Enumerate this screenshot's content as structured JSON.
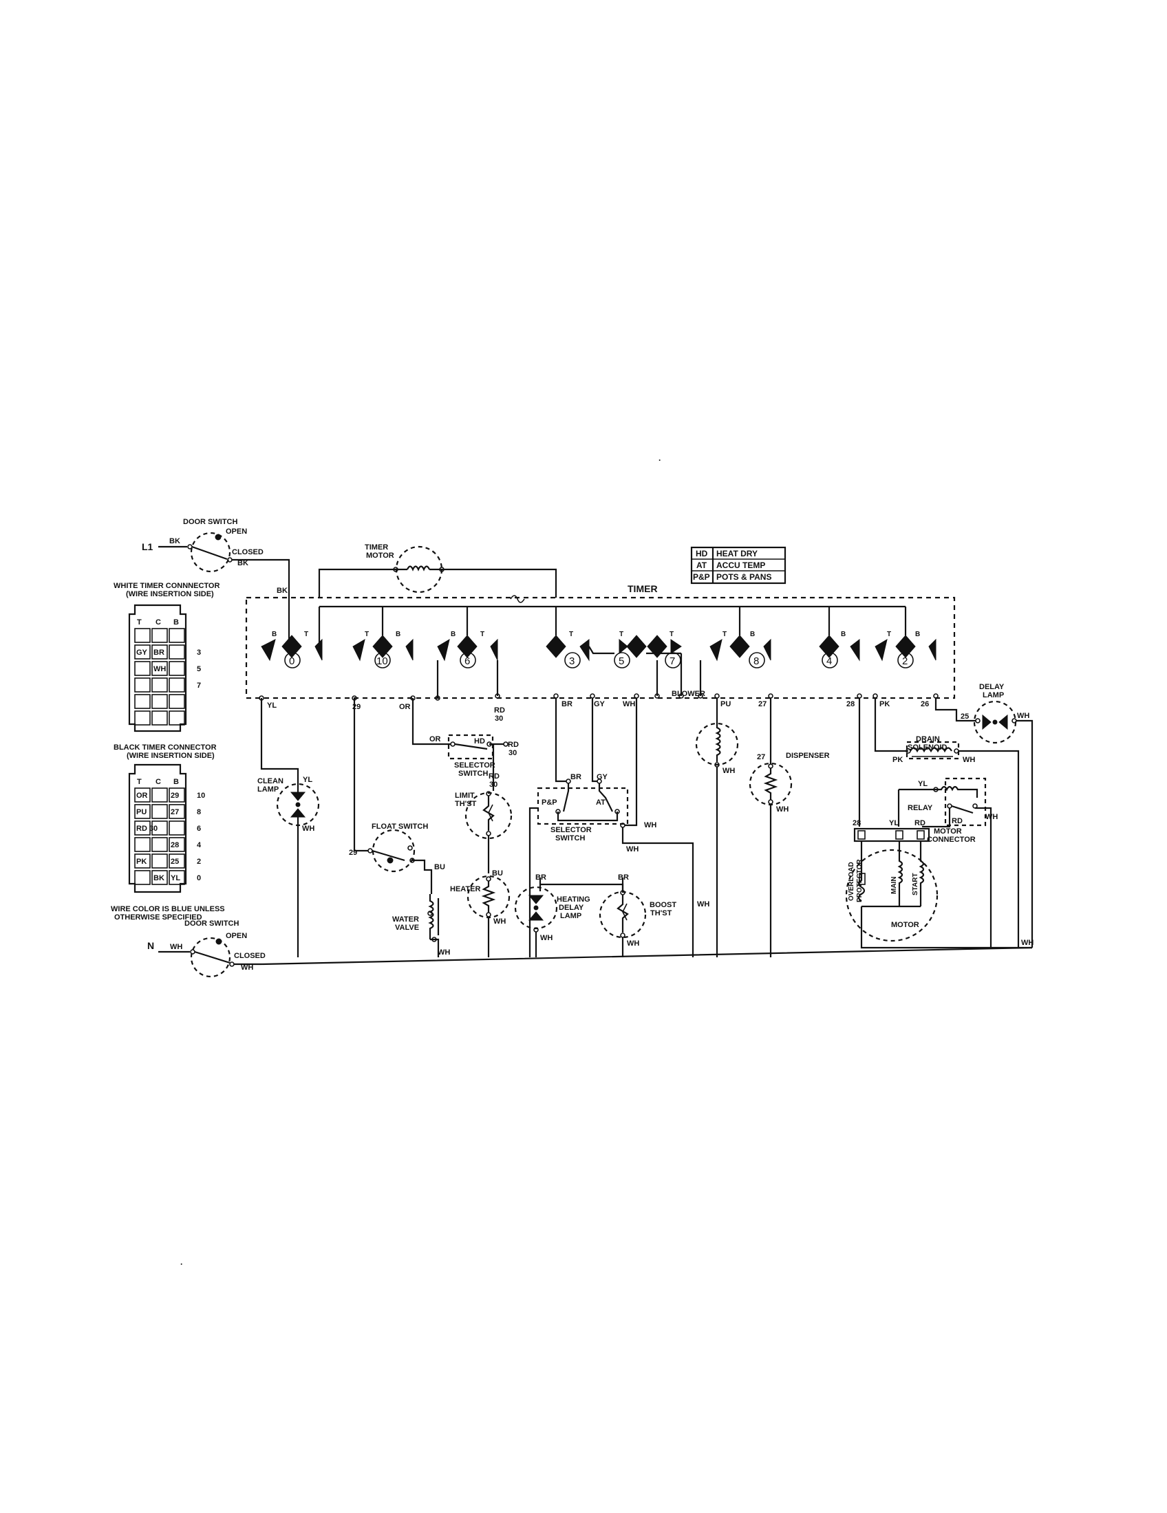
{
  "page_marks": {
    "dot_top": "·",
    "dot_bottom": "·"
  },
  "legend": {
    "rows": [
      {
        "code": "HD",
        "meaning": "HEAT DRY"
      },
      {
        "code": "AT",
        "meaning": "ACCU TEMP"
      },
      {
        "code": "P&P",
        "meaning": "POTS & PANS"
      }
    ]
  },
  "labels": {
    "l1": "L1",
    "n": "N",
    "timer": "TIMER",
    "door_switch": "DOOR SWITCH",
    "open": "OPEN",
    "closed": "CLOSED",
    "timer_motor_1": "TIMER",
    "timer_motor_2": "MOTOR",
    "clean_lamp_1": "CLEAN",
    "clean_lamp_2": "LAMP",
    "float_switch": "FLOAT SWITCH",
    "water_valve_1": "WATER",
    "water_valve_2": "VALVE",
    "selector_switch_1": "SELECTOR",
    "selector_switch_2": "SWITCH",
    "limit_thst_1": "LIMIT",
    "limit_thst_2": "TH'ST",
    "heater": "HEATER",
    "heating_delay_lamp_1": "HEATING",
    "heating_delay_lamp_2": "DELAY",
    "heating_delay_lamp_3": "LAMP",
    "boost_thst_1": "BOOST",
    "boost_thst_2": "TH'ST",
    "blower": "BLOWER",
    "dispenser": "DISPENSER",
    "drain_solenoid_1": "DRAIN",
    "drain_solenoid_2": "SOLENOID",
    "delay_lamp_1": "DELAY",
    "delay_lamp_2": "LAMP",
    "relay": "RELAY",
    "motor_connector_1": "MOTOR",
    "motor_connector_2": "CONNECTOR",
    "overload_protector_1": "OVERLOAD",
    "overload_protector_2": "PROTECTOR",
    "main": "MAIN",
    "start": "START",
    "motor": "MOTOR",
    "hd": "HD",
    "pp": "P&P",
    "at": "AT",
    "white_connector_1": "WHITE TIMER CONNNECTOR",
    "white_connector_2": "(WIRE INSERTION SIDE)",
    "black_connector_1": "BLACK TIMER CONNECTOR",
    "black_connector_2": "(WIRE INSERTION SIDE)",
    "wire_note_1": "WIRE COLOR IS BLUE UNLESS",
    "wire_note_2": "OTHERWISE SPECIFIED"
  },
  "wire_colors": {
    "bk": "BK",
    "yl": "YL",
    "or": "OR",
    "rd": "RD",
    "br": "BR",
    "gy": "GY",
    "wh": "WH",
    "pu": "PU",
    "pk": "PK",
    "bu": "BU",
    "n30": "30",
    "n29": "29",
    "n27": "27",
    "n28": "28",
    "n26": "26",
    "n25": "25"
  },
  "timer_contacts": [
    {
      "id": "0",
      "t": "T",
      "b": "B"
    },
    {
      "id": "10",
      "t": "T",
      "b": "B"
    },
    {
      "id": "6",
      "t": "T",
      "b": "B"
    },
    {
      "id": "3",
      "t": "T",
      "b": ""
    },
    {
      "id": "5",
      "t": "T",
      "b": ""
    },
    {
      "id": "7",
      "t": "T",
      "b": ""
    },
    {
      "id": "8",
      "t": "T",
      "b": "B"
    },
    {
      "id": "4",
      "t": "",
      "b": "B"
    },
    {
      "id": "2",
      "t": "T",
      "b": "B"
    }
  ],
  "white_connector": {
    "header": [
      "T",
      "C",
      "B"
    ],
    "rows": [
      {
        "cells": [
          "",
          "",
          ""
        ],
        "num": ""
      },
      {
        "cells": [
          "GY",
          "BR",
          ""
        ],
        "num": "3"
      },
      {
        "cells": [
          "",
          "WH",
          ""
        ],
        "num": "5"
      },
      {
        "cells": [
          "",
          "",
          ""
        ],
        "num": "7"
      },
      {
        "cells": [
          "",
          "",
          ""
        ],
        "num": ""
      },
      {
        "cells": [
          "",
          "",
          ""
        ],
        "num": ""
      }
    ]
  },
  "black_connector": {
    "header": [
      "T",
      "C",
      "B"
    ],
    "rows": [
      {
        "cells": [
          "OR",
          "",
          "29"
        ],
        "num": "10"
      },
      {
        "cells": [
          "PU",
          "",
          "27"
        ],
        "num": "8"
      },
      {
        "cells": [
          "RD 30",
          "",
          ""
        ],
        "num": "6"
      },
      {
        "cells": [
          "",
          "",
          "28"
        ],
        "num": "4"
      },
      {
        "cells": [
          "PK",
          "",
          "25"
        ],
        "num": "2"
      },
      {
        "cells": [
          "",
          "BK",
          "YL"
        ],
        "num": "0"
      }
    ]
  }
}
